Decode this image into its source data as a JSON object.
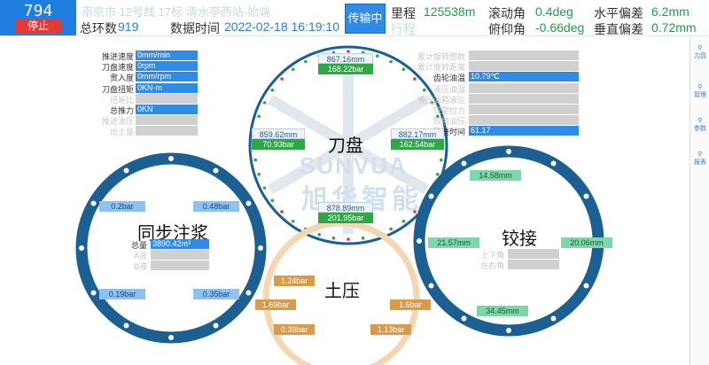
{
  "header": {
    "ring_number": "794",
    "state": "停止",
    "project_dim": "南京市 12号线 17标 清水亭西站-始端",
    "total_rings_label": "总环数",
    "total_rings_value": "919",
    "data_time_label": "数据时间",
    "data_time_value": "2022-02-18 16:19:10",
    "transfer_button": "传输中",
    "mileage_label": "里程",
    "mileage_value": "125538m",
    "stroke_label": "行程",
    "roll_label": "滚动角",
    "roll_value": "0.4deg",
    "pitch_label": "俯仰角",
    "pitch_value": "-0.66deg",
    "horiz_dev_label": "水平偏差",
    "horiz_dev_value": "6.2mm",
    "vert_dev_label": "垂直偏差",
    "vert_dev_value": "0.72mm"
  },
  "left_params": [
    {
      "label": "推进速度",
      "value": "0mm/min",
      "active": true
    },
    {
      "label": "刀盘速度",
      "value": "0rpm",
      "active": true
    },
    {
      "label": "贯入度",
      "value": "0mm/rpm",
      "active": true
    },
    {
      "label": "刀盘扭矩",
      "value": "0KN·m",
      "active": true
    },
    {
      "label": "扭矩比",
      "value": "",
      "active": false
    },
    {
      "label": "总推力",
      "value": "0KN",
      "active": true
    },
    {
      "label": "推进油压",
      "value": "",
      "active": false
    },
    {
      "label": "出土量",
      "value": "",
      "active": false
    }
  ],
  "right_params": [
    {
      "label": "累计旋转圈数",
      "value": "",
      "active": false
    },
    {
      "label": "累计旋转距离",
      "value": "",
      "active": false
    },
    {
      "label": "齿轮油温",
      "value": "10.79℃",
      "active": true
    },
    {
      "label": "液压油温",
      "value": "",
      "active": false
    },
    {
      "label": "液压油箱液位",
      "value": "",
      "active": false
    },
    {
      "label": "铰架拉力",
      "value": "",
      "active": false
    },
    {
      "label": "铰接油压",
      "value": "",
      "active": false
    },
    {
      "label": "推进时间",
      "value": "61.17",
      "active": true
    }
  ],
  "cutterhead": {
    "title": "刀盘",
    "top": {
      "mm": "867.16mm",
      "bar": "168.22bar"
    },
    "left": {
      "mm": "859.62mm",
      "bar": "70.93bar"
    },
    "right": {
      "mm": "882.17mm",
      "bar": "162.54bar"
    },
    "bottom": {
      "mm": "878.89mm",
      "bar": "201.95bar"
    },
    "watermark_en": "SUNVUA",
    "watermark_cn": "旭华智能"
  },
  "grouting": {
    "title": "同步注浆",
    "tl": "0.2bar",
    "tr": "0.48bar",
    "bl": "0.19bar",
    "br": "0.35bar",
    "total_label": "总量",
    "total_value": "3890.42m³",
    "a_label": "A液",
    "b_label": "B液"
  },
  "earth": {
    "title": "土压",
    "v1": "1.24bar",
    "v2": "1.69bar",
    "v3": "1.6bar",
    "v4": "0.39bar",
    "v5": "1.13bar"
  },
  "articulation": {
    "title": "铰接",
    "top": "14.58mm",
    "left": "21.57mm",
    "right": "20.06mm",
    "bottom": "34.45mm",
    "ud_label": "上下角",
    "lr_label": "左右角"
  },
  "rightbar": {
    "items": [
      "刀具",
      "管理",
      "参数",
      "报表"
    ]
  },
  "colors": {
    "ring_blue": "#1c5f92",
    "cutter_red": "#e53935",
    "cutter_green": "#2ea845",
    "earth_ring": "#f4d7b0"
  }
}
